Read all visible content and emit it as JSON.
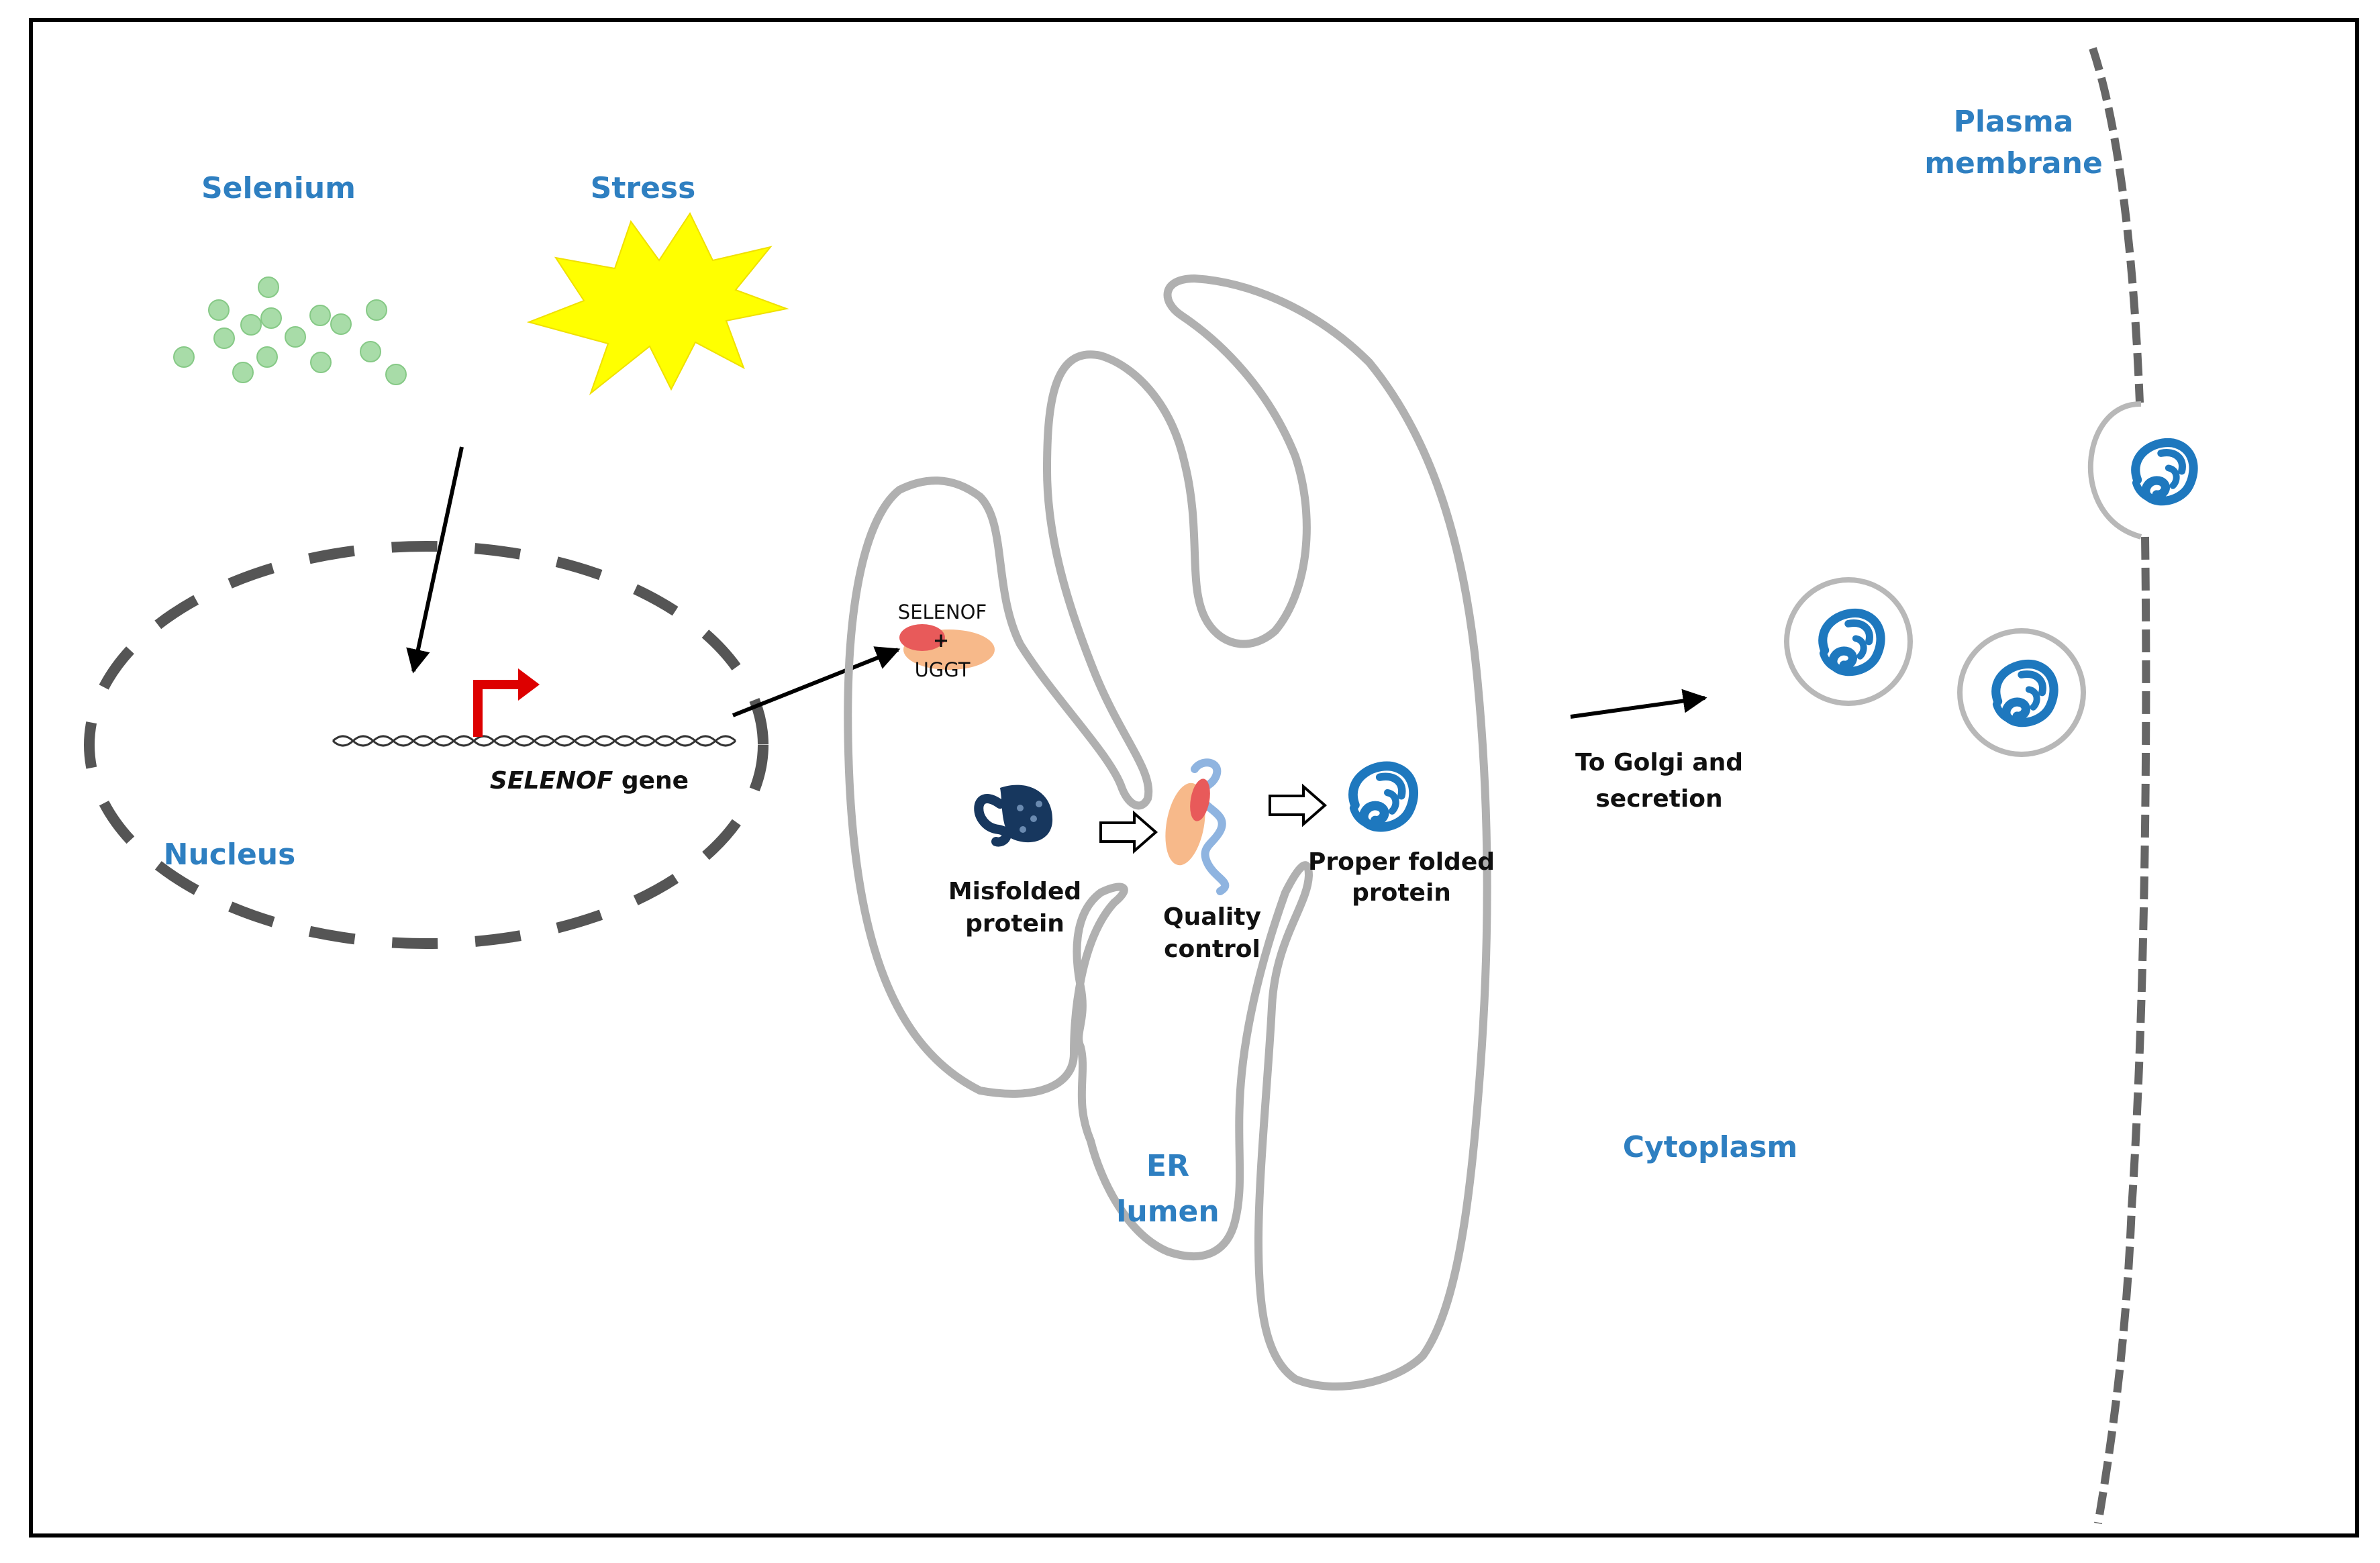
{
  "labels": {
    "selenium": "Selenium",
    "stress": "Stress",
    "nucleus": "Nucleus",
    "gene_italic": "SELENOF",
    "gene_suffix": " gene",
    "selenof": "SELENOF",
    "plus": "+",
    "uggt": "UGGT",
    "misfolded_1": "Misfolded",
    "misfolded_2": "protein",
    "quality_1": "Quality",
    "quality_2": "control",
    "proper_1": "Proper folded",
    "proper_2": "protein",
    "er_1": "ER",
    "er_2": "lumen",
    "golgi_1": "To Golgi and",
    "golgi_2": "secretion",
    "cytoplasm": "Cytoplasm",
    "plasma_1": "Plasma",
    "plasma_2": "membrane"
  },
  "colors": {
    "label_blue": "#2e7fc1",
    "selenium_green": "#a8dca8",
    "stress_yellow": "#ffff00",
    "promoter_red": "#dd0000",
    "membrane_gray": "#b0b0b0",
    "nucleus_dash": "#555555",
    "protein_blue": "#1e78be",
    "misfolded_navy": "#17375e",
    "selenof_red": "#e85a5a",
    "uggt_orange": "#f7b98a"
  },
  "icons": {
    "selenium": "selenium-dots-icon",
    "stress": "stress-star-icon",
    "promoter": "promoter-arrow-icon",
    "dna": "dna-strand-icon",
    "protein": "folded-protein-icon",
    "misfolded": "misfolded-protein-icon",
    "vesicle": "vesicle-icon"
  }
}
